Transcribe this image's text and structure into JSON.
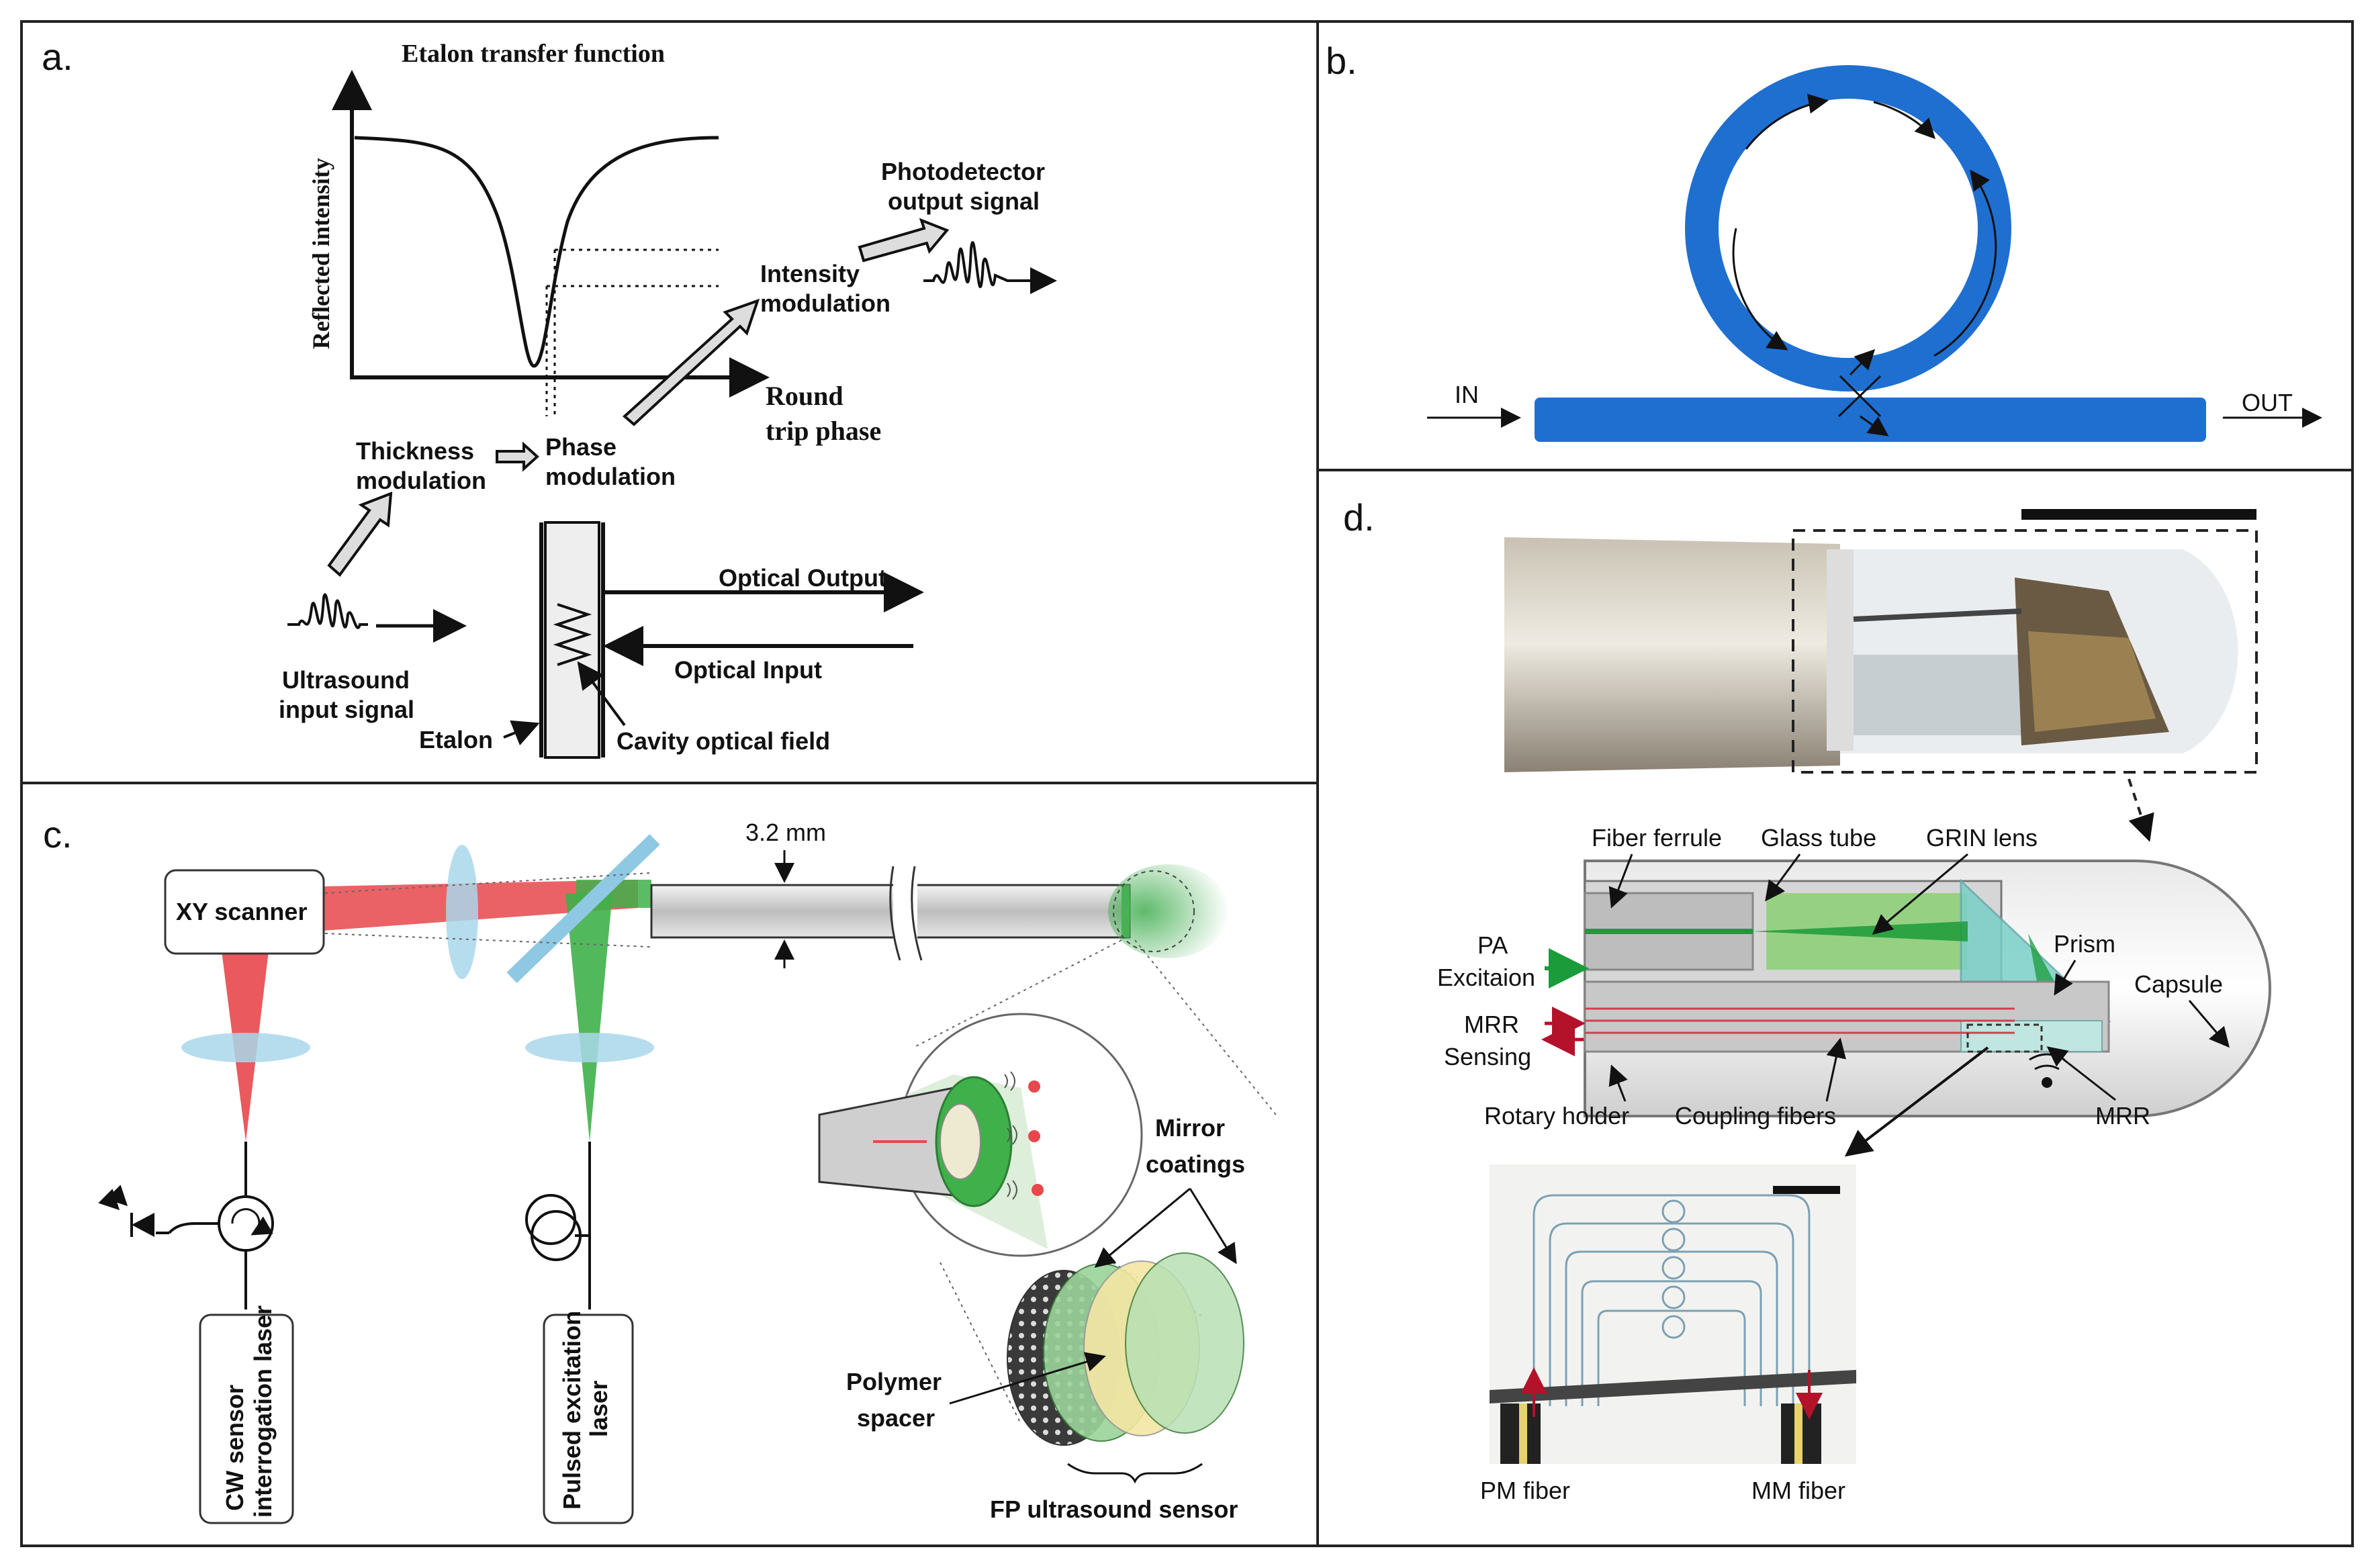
{
  "panels": {
    "a": {
      "letter": "a.",
      "title": "Etalon transfer function",
      "y_axis": "Reflected intensity",
      "x_axis_1": "Round",
      "x_axis_2": "trip phase",
      "photodetector_1": "Photodetector",
      "photodetector_2": "output signal",
      "intensity_mod_1": "Intensity",
      "intensity_mod_2": "modulation",
      "thickness_mod_1": "Thickness",
      "thickness_mod_2": "modulation",
      "phase_mod_1": "Phase",
      "phase_mod_2": "modulation",
      "optical_output": "Optical Output",
      "optical_input": "Optical Input",
      "ultrasound_1": "Ultrasound",
      "ultrasound_2": "input signal",
      "etalon": "Etalon",
      "cavity": "Cavity optical field"
    },
    "b": {
      "letter": "b.",
      "in_label": "IN",
      "out_label": "OUT",
      "ring_color": "#1f6fd1"
    },
    "c": {
      "letter": "c.",
      "xy_scanner": "XY scanner",
      "diameter": "3.2 mm",
      "cw_laser_1": "CW sensor",
      "cw_laser_2": "interrogation laser",
      "pulsed_laser_1": "Pulsed excitation",
      "pulsed_laser_2": "laser",
      "mirror_1": "Mirror",
      "mirror_2": "coatings",
      "polymer_1": "Polymer",
      "polymer_2": "spacer",
      "fp_sensor": "FP ultrasound sensor",
      "red_beam_color": "#e8474b",
      "green_beam_color": "#3fb04a"
    },
    "d": {
      "letter": "d.",
      "fiber_ferrule": "Fiber ferrule",
      "glass_tube": "Glass tube",
      "grin_lens": "GRIN lens",
      "pa_1": "PA",
      "pa_2": "Excitaion",
      "mrr_sensing_1": "MRR",
      "mrr_sensing_2": "Sensing",
      "prism": "Prism",
      "capsule": "Capsule",
      "rotary_holder": "Rotary holder",
      "coupling_fibers": "Coupling fibers",
      "mrr": "MRR",
      "pm_fiber": "PM fiber",
      "mm_fiber": "MM fiber"
    }
  }
}
